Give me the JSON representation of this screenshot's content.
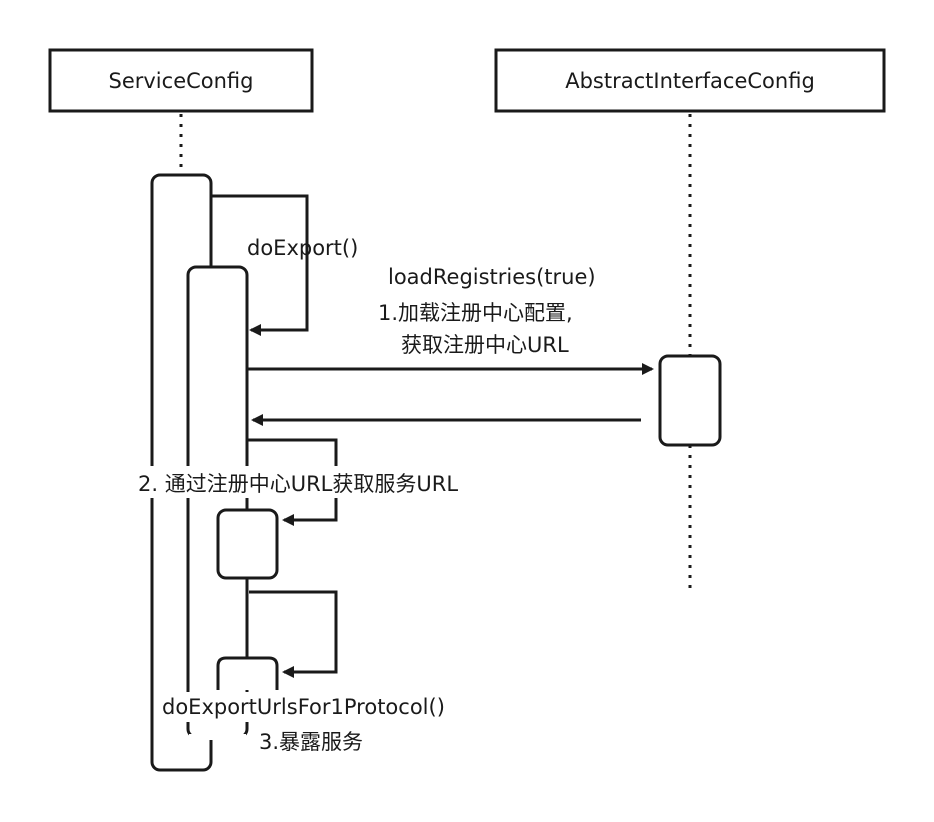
{
  "participants": {
    "service_config": "ServiceConfig",
    "abstract_interface_config": "AbstractInterfaceConfig"
  },
  "messages": {
    "do_export": "doExport()",
    "load_registries": "loadRegistries(true)",
    "load_registries_note_line1": "1.加载注册中心配置,",
    "load_registries_note_line2": "获取注册中心URL",
    "step2": "2. 通过注册中心URL获取服务URL",
    "do_export_urls": "doExportUrlsFor1Protocol()",
    "step3": "3.暴露服务"
  },
  "colors": {
    "stroke": "#1a1a1a",
    "background": "#ffffff"
  }
}
